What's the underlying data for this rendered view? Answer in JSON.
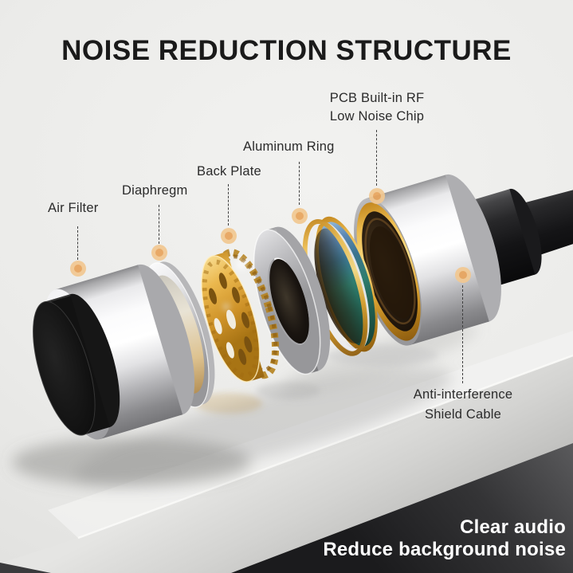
{
  "title": "NOISE REDUCTION STRUCTURE",
  "callouts": {
    "air_filter": {
      "label": "Air Filter"
    },
    "diaphragm": {
      "label": "Diaphregm"
    },
    "back_plate": {
      "label": "Back Plate"
    },
    "aluminum_ring": {
      "label": "Aluminum Ring"
    },
    "pcb_chip": {
      "line1": "PCB Built-in RF",
      "line2": "Low Noise Chip"
    },
    "shield_cable": {
      "line1": "Anti-interference",
      "line2": "Shield Cable"
    }
  },
  "tagline": {
    "line1": "Clear audio",
    "line2": "Reduce background noise"
  },
  "colors": {
    "accent_dot": "#E8A45C",
    "accent_halo": "#F2C891",
    "label_text": "#2B2B2B",
    "title_text": "#1A1A1A",
    "tagline_text": "#FFFFFF",
    "background": "#ECECEA",
    "table_front": "#D3D3D1",
    "dark_backdrop": "#2A2A2C",
    "gold": "#E2A63C",
    "silver": "#D9D9DB",
    "pcb_teal": "#2F7D6E",
    "cable_black": "#1C1C1C"
  }
}
